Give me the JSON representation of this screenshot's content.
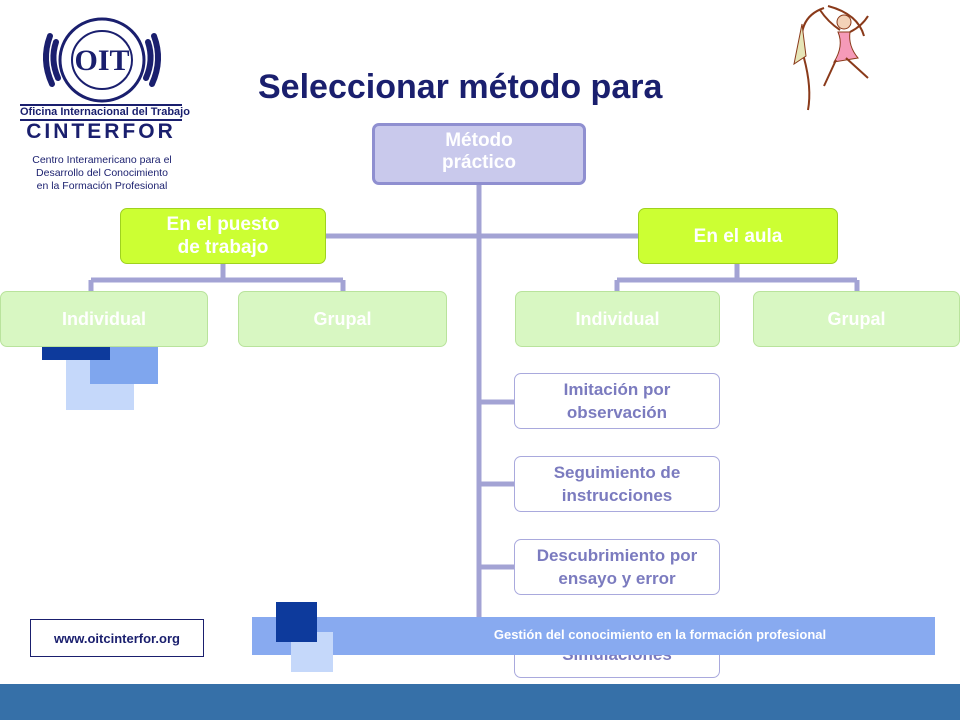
{
  "title": "Seleccionar método para",
  "logo": {
    "name": "OIT",
    "org_line": "Oficina Internacional del Trabajo",
    "brand": "CINTERFOR",
    "subtitle_lines": [
      "Centro Interamericano para el",
      "Desarrollo del Conocimiento",
      "en la Formación Profesional"
    ]
  },
  "diagram": {
    "root": "Método práctico",
    "workplace": {
      "label": "En el puesto de trabajo",
      "children": [
        "Individual",
        "Grupal"
      ]
    },
    "classroom": {
      "label": "En el aula",
      "children": [
        "Individual",
        "Grupal"
      ]
    },
    "methods": [
      "Imitación por observación",
      "Seguimiento de instrucciones",
      "Descubrimiento por ensayo y error",
      "Simulaciones"
    ]
  },
  "footer": {
    "url": "www.oitcinterfor.org",
    "tagline": "Gestión del conocimiento en la formación profesional"
  },
  "colors": {
    "title": "#1a1f6e",
    "connector": "#a3a3d4",
    "root_fill": "#c9c9ec",
    "level1_fill": "#ccff33",
    "level2_fill": "#d8f7c2",
    "footer_band": "#88aaf0",
    "bottom_bar": "#3670a8",
    "decor_dark": "#0d3a9c",
    "decor_mid": "#7fa6ee",
    "decor_light": "#c5d8fa"
  }
}
